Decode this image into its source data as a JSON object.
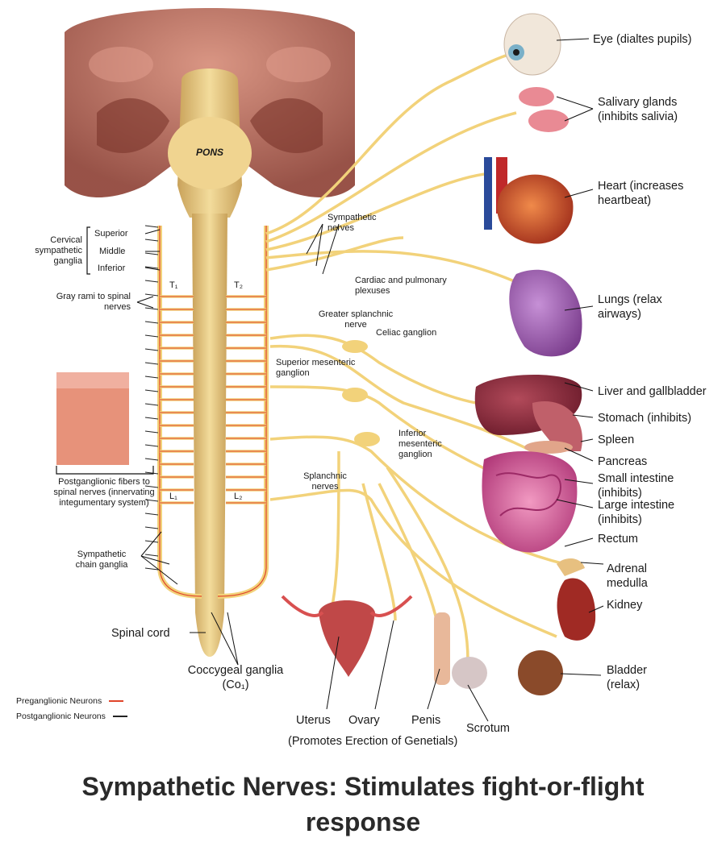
{
  "title": "Sympathetic Nerves: Stimulates fight-or-flight response",
  "labels": {
    "pons": "PONS",
    "cervical": "Cervical sympathetic ganglia",
    "superior": "Superior",
    "middle": "Middle",
    "inferior": "Inferior",
    "gray_rami": "Gray rami to spinal nerves",
    "t1": "T₁",
    "t2": "T₂",
    "l1": "L₁",
    "l2": "L₂",
    "postganglionic_fibers": "Postganglionic fibers to spinal nerves (innervating integumentary system)",
    "chain_ganglia": "Sympathetic chain ganglia",
    "spinal_cord": "Spinal cord",
    "coccygeal": "Coccygeal ganglia (Co₁)",
    "sympathetic_nerves": "Sympathetic nerves",
    "cardiac_plexuses": "Cardiac and pulmonary plexuses",
    "greater_splanchnic": "Greater splanchnic nerve",
    "celiac": "Celiac ganglion",
    "superior_mesenteric": "Superior mesenteric ganglion",
    "inferior_mesenteric": "Inferior mesenteric ganglion",
    "splanchnic": "Splanchnic nerves"
  },
  "organs": {
    "eye": "Eye (dialtes pupils)",
    "salivary": "Salivary glands (inhibits salivia)",
    "heart": "Heart (increases heartbeat)",
    "lungs": "Lungs (relax airways)",
    "liver": "Liver and gallbladder",
    "stomach": "Stomach (inhibits)",
    "spleen": "Spleen",
    "pancreas": "Pancreas",
    "small_intestine": "Small intestine (inhibits)",
    "large_intestine": "Large intestine (inhibits)",
    "rectum": "Rectum",
    "adrenal": "Adrenal medulla",
    "kidney": "Kidney",
    "bladder": "Bladder (relax)",
    "uterus": "Uterus",
    "ovary": "Ovary",
    "penis": "Penis",
    "scrotum": "Scrotum",
    "genitals_note": "(Promotes Erection of Genetials)"
  },
  "legend": {
    "pre": "Preganglionic Neurons",
    "post": "Postganglionic Neurons",
    "pre_color": "#e0442a",
    "post_color": "#222222"
  },
  "colors": {
    "nerve": "#f2d27a",
    "cord": "#e6c27a",
    "brain": "#b5614f"
  }
}
